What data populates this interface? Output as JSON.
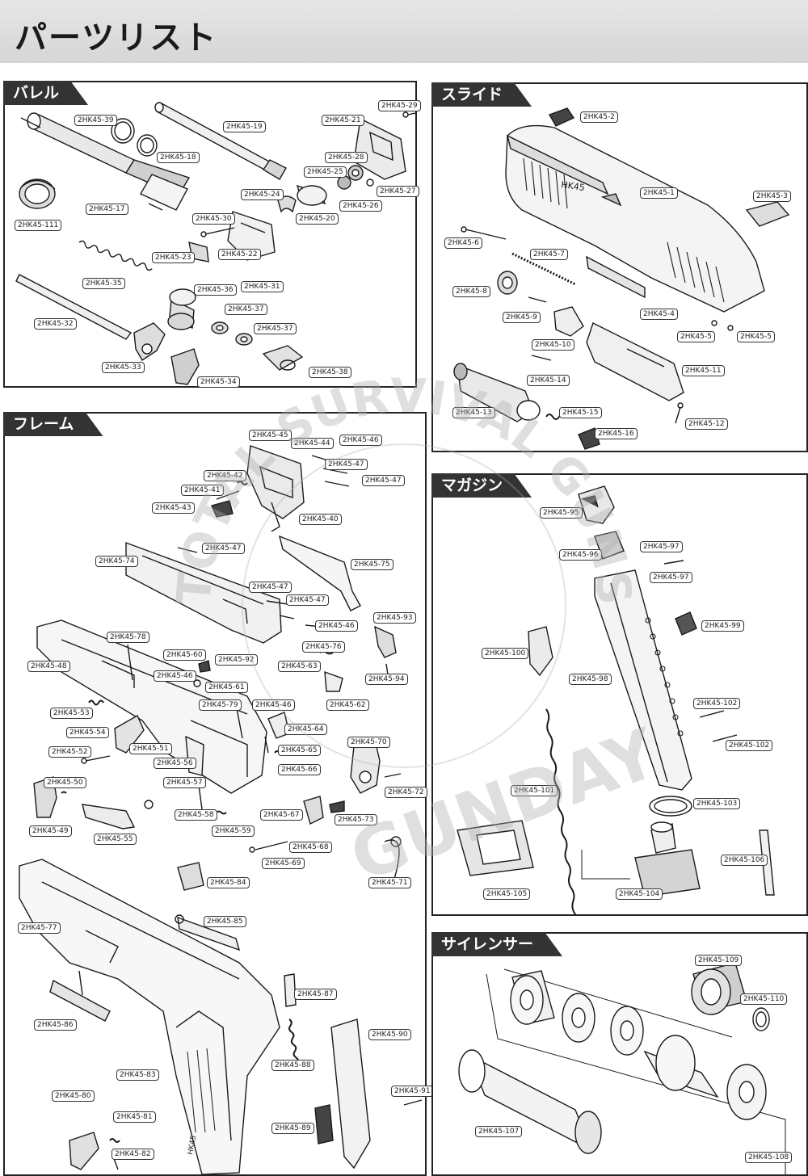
{
  "page_title": "パーツリスト",
  "sections": {
    "barrel": {
      "title": "バレル",
      "labels": [
        {
          "id": "l39",
          "text": "2HK45-39"
        },
        {
          "id": "l18",
          "text": "2HK45-18"
        },
        {
          "id": "l19",
          "text": "2HK45-19"
        },
        {
          "id": "l21",
          "text": "2HK45-21"
        },
        {
          "id": "l29",
          "text": "2HK45-29"
        },
        {
          "id": "l28",
          "text": "2HK45-28"
        },
        {
          "id": "l25",
          "text": "2HK45-25"
        },
        {
          "id": "l27",
          "text": "2HK45-27"
        },
        {
          "id": "l26",
          "text": "2HK45-26"
        },
        {
          "id": "l24",
          "text": "2HK45-24"
        },
        {
          "id": "l20",
          "text": "2HK45-20"
        },
        {
          "id": "l17",
          "text": "2HK45-17"
        },
        {
          "id": "l30",
          "text": "2HK45-30"
        },
        {
          "id": "l111",
          "text": "2HK45-111"
        },
        {
          "id": "l23",
          "text": "2HK45-23"
        },
        {
          "id": "l22",
          "text": "2HK45-22"
        },
        {
          "id": "l31",
          "text": "2HK45-31"
        },
        {
          "id": "l35",
          "text": "2HK45-35"
        },
        {
          "id": "l36",
          "text": "2HK45-36"
        },
        {
          "id": "l37a",
          "text": "2HK45-37"
        },
        {
          "id": "l37b",
          "text": "2HK45-37"
        },
        {
          "id": "l32",
          "text": "2HK45-32"
        },
        {
          "id": "l33",
          "text": "2HK45-33"
        },
        {
          "id": "l38",
          "text": "2HK45-38"
        },
        {
          "id": "l34",
          "text": "2HK45-34"
        }
      ]
    },
    "slide": {
      "title": "スライド",
      "labels": [
        {
          "id": "s2",
          "text": "2HK45-2"
        },
        {
          "id": "s1",
          "text": "2HK45-1"
        },
        {
          "id": "s3",
          "text": "2HK45-3"
        },
        {
          "id": "s6",
          "text": "2HK45-6"
        },
        {
          "id": "s7",
          "text": "2HK45-7"
        },
        {
          "id": "s8",
          "text": "2HK45-8"
        },
        {
          "id": "s4",
          "text": "2HK45-4"
        },
        {
          "id": "s9",
          "text": "2HK45-9"
        },
        {
          "id": "s5a",
          "text": "2HK45-5"
        },
        {
          "id": "s5b",
          "text": "2HK45-5"
        },
        {
          "id": "s10",
          "text": "2HK45-10"
        },
        {
          "id": "s11",
          "text": "2HK45-11"
        },
        {
          "id": "s14",
          "text": "2HK45-14"
        },
        {
          "id": "s13",
          "text": "2HK45-13"
        },
        {
          "id": "s15",
          "text": "2HK45-15"
        },
        {
          "id": "s12",
          "text": "2HK45-12"
        },
        {
          "id": "s16",
          "text": "2HK45-16"
        }
      ]
    },
    "frame": {
      "title": "フレーム",
      "labels": [
        {
          "id": "f45",
          "text": "2HK45-45"
        },
        {
          "id": "f44",
          "text": "2HK45-44"
        },
        {
          "id": "f46a",
          "text": "2HK45-46"
        },
        {
          "id": "f47a",
          "text": "2HK45-47"
        },
        {
          "id": "f42",
          "text": "2HK45-42"
        },
        {
          "id": "f47b",
          "text": "2HK45-47"
        },
        {
          "id": "f41",
          "text": "2HK45-41"
        },
        {
          "id": "f43",
          "text": "2HK45-43"
        },
        {
          "id": "f40",
          "text": "2HK45-40"
        },
        {
          "id": "f47c",
          "text": "2HK45-47"
        },
        {
          "id": "f74",
          "text": "2HK45-74"
        },
        {
          "id": "f75",
          "text": "2HK45-75"
        },
        {
          "id": "f47d",
          "text": "2HK45-47"
        },
        {
          "id": "f47e",
          "text": "2HK45-47"
        },
        {
          "id": "f46b",
          "text": "2HK45-46"
        },
        {
          "id": "f93",
          "text": "2HK45-93"
        },
        {
          "id": "f78",
          "text": "2HK45-78"
        },
        {
          "id": "f76",
          "text": "2HK45-76"
        },
        {
          "id": "f60",
          "text": "2HK45-60"
        },
        {
          "id": "f92",
          "text": "2HK45-92"
        },
        {
          "id": "f48",
          "text": "2HK45-48"
        },
        {
          "id": "f63",
          "text": "2HK45-63"
        },
        {
          "id": "f46c",
          "text": "2HK45-46"
        },
        {
          "id": "f94",
          "text": "2HK45-94"
        },
        {
          "id": "f61",
          "text": "2HK45-61"
        },
        {
          "id": "f79",
          "text": "2HK45-79"
        },
        {
          "id": "f46d",
          "text": "2HK45-46"
        },
        {
          "id": "f62",
          "text": "2HK45-62"
        },
        {
          "id": "f53",
          "text": "2HK45-53"
        },
        {
          "id": "f64",
          "text": "2HK45-64"
        },
        {
          "id": "f54",
          "text": "2HK45-54"
        },
        {
          "id": "f51",
          "text": "2HK45-51"
        },
        {
          "id": "f65",
          "text": "2HK45-65"
        },
        {
          "id": "f70",
          "text": "2HK45-70"
        },
        {
          "id": "f52",
          "text": "2HK45-52"
        },
        {
          "id": "f56",
          "text": "2HK45-56"
        },
        {
          "id": "f66",
          "text": "2HK45-66"
        },
        {
          "id": "f50",
          "text": "2HK45-50"
        },
        {
          "id": "f57",
          "text": "2HK45-57"
        },
        {
          "id": "f72",
          "text": "2HK45-72"
        },
        {
          "id": "f58",
          "text": "2HK45-58"
        },
        {
          "id": "f67",
          "text": "2HK45-67"
        },
        {
          "id": "f73",
          "text": "2HK45-73"
        },
        {
          "id": "f49",
          "text": "2HK45-49"
        },
        {
          "id": "f59",
          "text": "2HK45-59"
        },
        {
          "id": "f55",
          "text": "2HK45-55"
        },
        {
          "id": "f68",
          "text": "2HK45-68"
        },
        {
          "id": "f69",
          "text": "2HK45-69"
        },
        {
          "id": "f84",
          "text": "2HK45-84"
        },
        {
          "id": "f71",
          "text": "2HK45-71"
        },
        {
          "id": "f85",
          "text": "2HK45-85"
        },
        {
          "id": "f77",
          "text": "2HK45-77"
        },
        {
          "id": "f87",
          "text": "2HK45-87"
        },
        {
          "id": "f86",
          "text": "2HK45-86"
        },
        {
          "id": "f90",
          "text": "2HK45-90"
        },
        {
          "id": "f88",
          "text": "2HK45-88"
        },
        {
          "id": "f83",
          "text": "2HK45-83"
        },
        {
          "id": "f91",
          "text": "2HK45-91"
        },
        {
          "id": "f80",
          "text": "2HK45-80"
        },
        {
          "id": "f81",
          "text": "2HK45-81"
        },
        {
          "id": "f89",
          "text": "2HK45-89"
        },
        {
          "id": "f82",
          "text": "2HK45-82"
        }
      ]
    },
    "magazine": {
      "title": "マガジン",
      "labels": [
        {
          "id": "m95",
          "text": "2HK45-95"
        },
        {
          "id": "m97a",
          "text": "2HK45-97"
        },
        {
          "id": "m96",
          "text": "2HK45-96"
        },
        {
          "id": "m97b",
          "text": "2HK45-97"
        },
        {
          "id": "m99",
          "text": "2HK45-99"
        },
        {
          "id": "m100",
          "text": "2HK45-100"
        },
        {
          "id": "m98",
          "text": "2HK45-98"
        },
        {
          "id": "m102a",
          "text": "2HK45-102"
        },
        {
          "id": "m102b",
          "text": "2HK45-102"
        },
        {
          "id": "m101",
          "text": "2HK45-101"
        },
        {
          "id": "m103",
          "text": "2HK45-103"
        },
        {
          "id": "m106",
          "text": "2HK45-106"
        },
        {
          "id": "m105",
          "text": "2HK45-105"
        },
        {
          "id": "m104",
          "text": "2HK45-104"
        }
      ]
    },
    "silencer": {
      "title": "サイレンサー",
      "labels": [
        {
          "id": "c109",
          "text": "2HK45-109"
        },
        {
          "id": "c110",
          "text": "2HK45-110"
        },
        {
          "id": "c107",
          "text": "2HK45-107"
        },
        {
          "id": "c108",
          "text": "2HK45-108"
        }
      ]
    }
  },
  "watermark": {
    "arc_text": "TOTAL SURVIVAL GUNSHOP",
    "big_text": "GUNDAY"
  },
  "colors": {
    "line": "#1a1a1a",
    "tab_bg": "#333333",
    "header_bg": "#dddddd",
    "watermark": "#b0b0b0"
  }
}
